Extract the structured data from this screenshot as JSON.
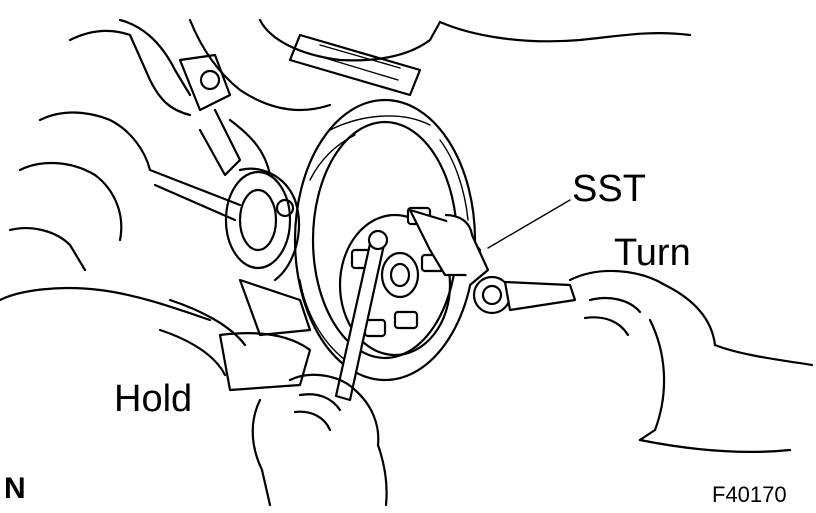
{
  "labels": {
    "sst": "SST",
    "turn": "Turn",
    "hold": "Hold",
    "view_marker": "N",
    "figure_id": "F40170"
  }
}
